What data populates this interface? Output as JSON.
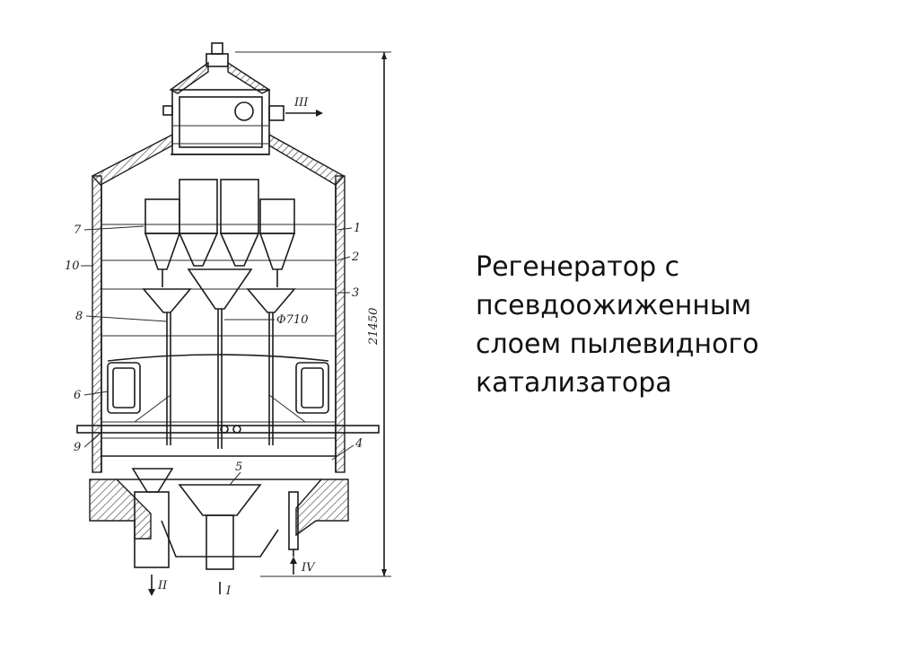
{
  "slide": {
    "caption": "Регенератор с\nпсевдоожиженным\nслоем пылевидного\nкатализатора"
  },
  "diagram": {
    "dimension_height": "21450",
    "diameter_label": "Φ710",
    "flow_labels": {
      "III": "III",
      "II": "II",
      "I": "I",
      "IV": "IV"
    },
    "part_numbers": {
      "p1": "1",
      "p2": "2",
      "p3": "3",
      "p4": "4",
      "p5": "5",
      "p6": "6",
      "p7": "7",
      "p8": "8",
      "p9": "9",
      "p10": "10"
    },
    "colors": {
      "line": "#1c1c1c",
      "background": "#ffffff"
    }
  }
}
